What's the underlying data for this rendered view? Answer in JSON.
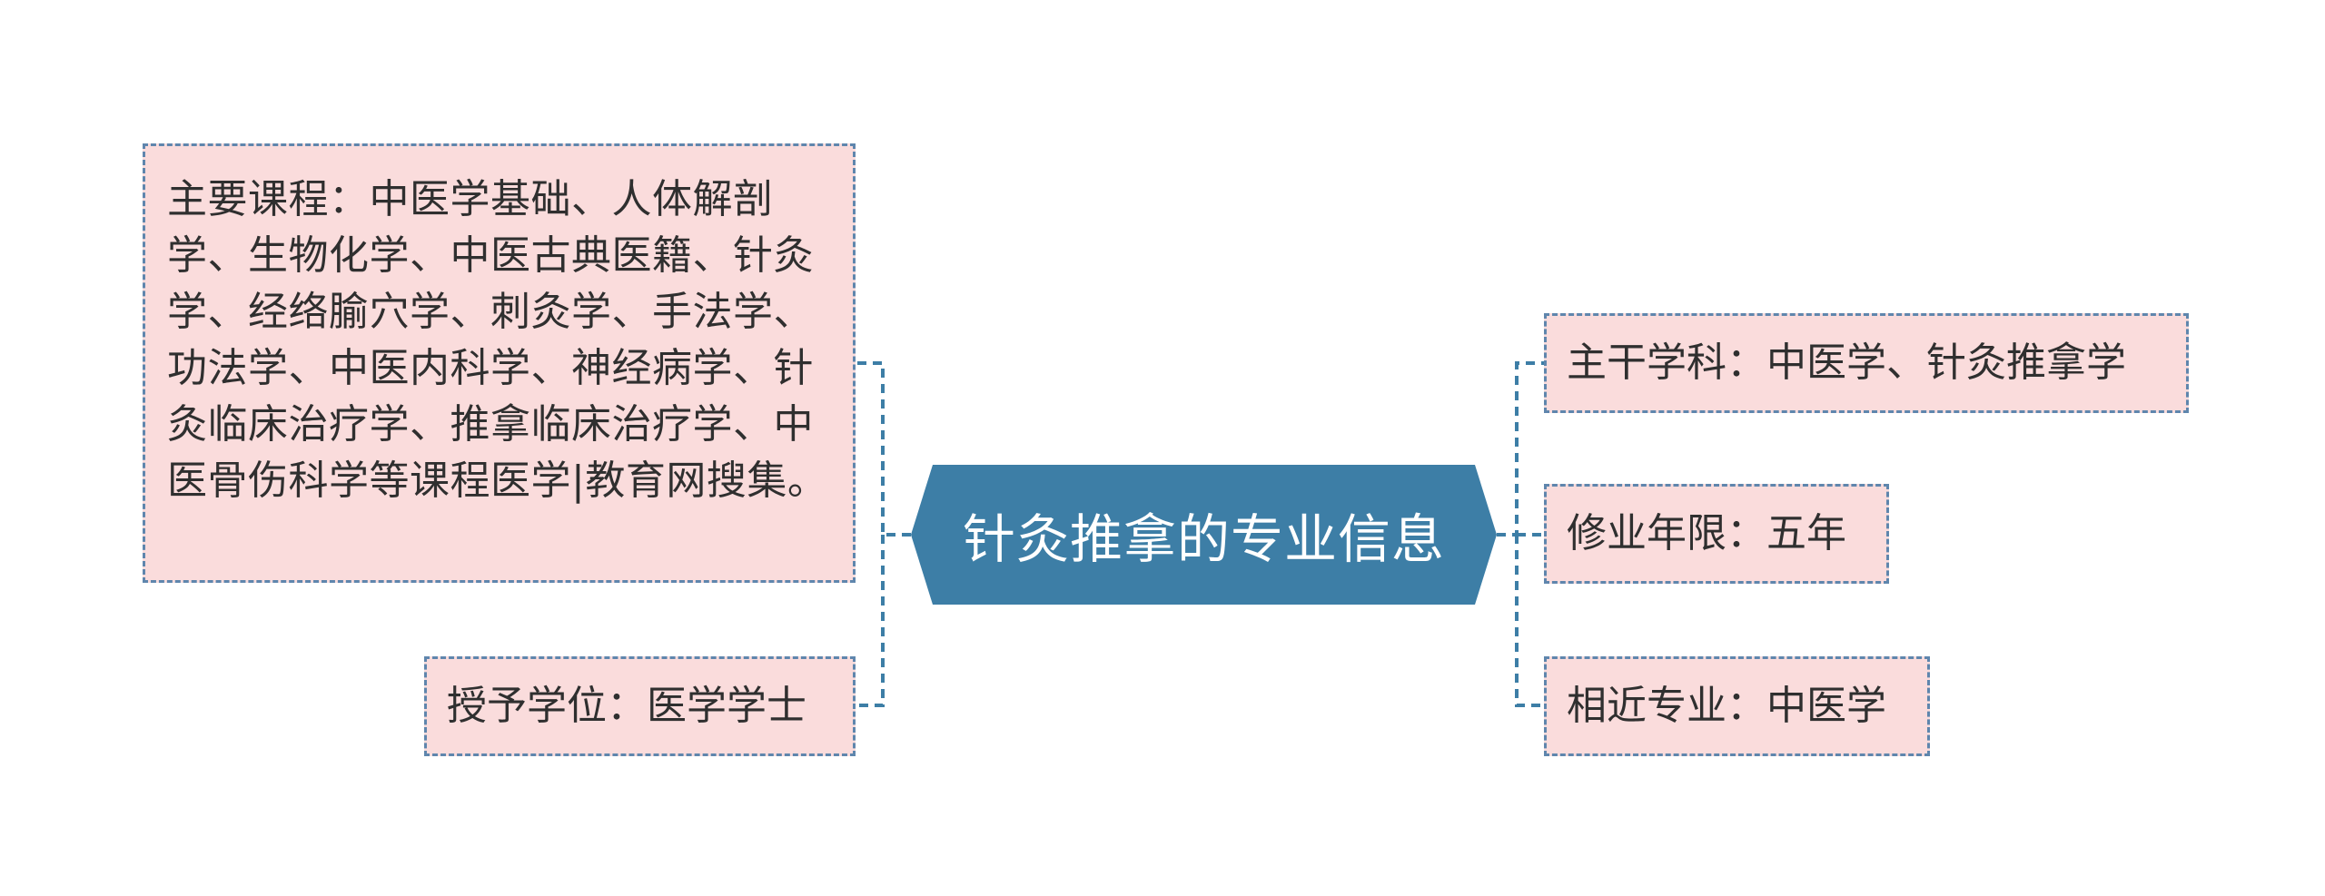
{
  "center": {
    "label": "针灸推拿的专业信息"
  },
  "left": {
    "courses": "主要课程：中医学基础、人体解剖学、生物化学、中医古典医籍、针灸学、经络腧穴学、刺灸学、手法学、功法学、中医内科学、神经病学、针灸临床治疗学、推拿临床治疗学、中医骨伤科学等课程医学|教育网搜集。",
    "degree": "授予学位：医学学士"
  },
  "right": {
    "main_subject": "主干学科：中医学、针灸推拿学",
    "duration": "修业年限：五年",
    "related_major": "相近专业：中医学"
  },
  "colors": {
    "center_fill": "#3d7ea6",
    "node_fill": "#fadcdc",
    "node_border": "#5f86ad",
    "connector": "#3d7ea6"
  }
}
